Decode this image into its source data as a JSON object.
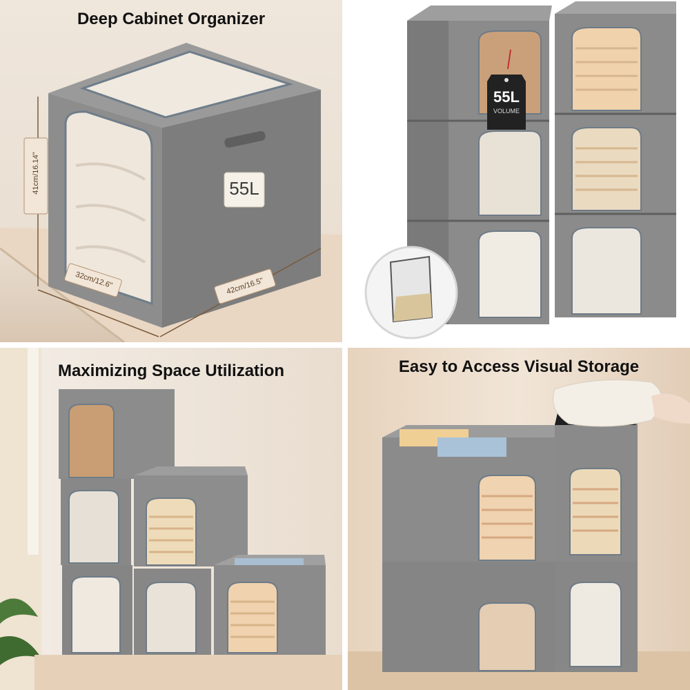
{
  "panels": {
    "p1": {
      "title": "Deep Cabinet Organizer",
      "capacity_label": "55L",
      "height_dim": "41cm/16.14\"",
      "depth_dim": "32cm/12.6\"",
      "width_dim": "42cm/16.5\""
    },
    "p2": {
      "tag_value": "55L",
      "tag_sub": "VOLUME"
    },
    "p3": {
      "title": "Maximizing Space Utilization"
    },
    "p4": {
      "title": "Easy to Access Visual Storage"
    }
  },
  "colors": {
    "fabric": "#8a8a8a",
    "fabric_dark": "#6e6e6e",
    "window": "#e9e4dc",
    "wood": "#e7d4bf"
  }
}
